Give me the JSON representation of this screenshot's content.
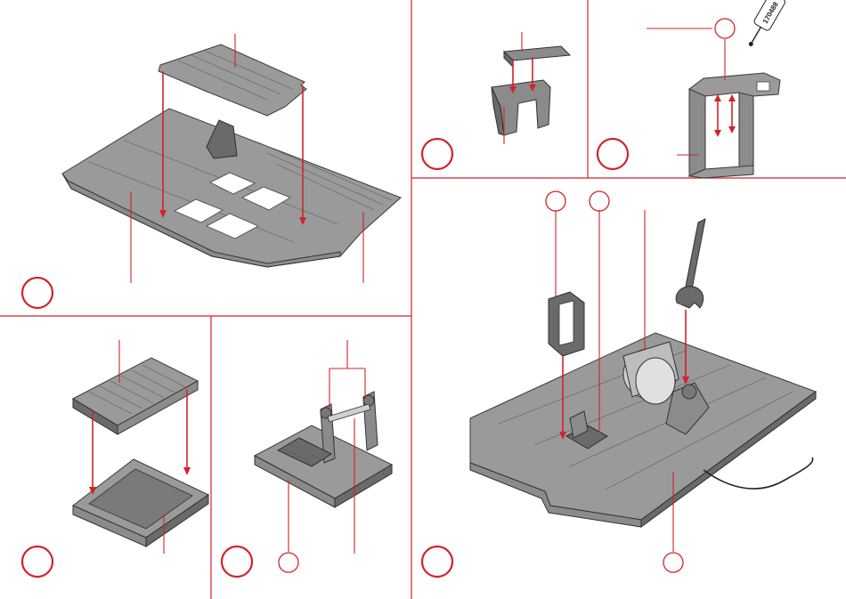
{
  "sheet": {
    "accent_color": "#d2232a",
    "part_color": "#8b8b8b",
    "background": "#ffffff"
  },
  "panels": [
    {
      "id": "a",
      "content": "base-plate-with-cover-plate",
      "icon": "step-circle"
    },
    {
      "id": "b",
      "content": "bracket-assembly",
      "icon": "step-circle"
    },
    {
      "id": "c",
      "content": "frame-glue-assembly",
      "icon": "step-circle",
      "glue_label": "170488"
    },
    {
      "id": "d",
      "content": "grate-onto-tray",
      "icon": "step-circle"
    },
    {
      "id": "e",
      "content": "roller-stand-assembly",
      "icon": "step-circle"
    },
    {
      "id": "f",
      "content": "full-assembly-with-motor-and-wrench",
      "icon": "step-circle"
    }
  ]
}
